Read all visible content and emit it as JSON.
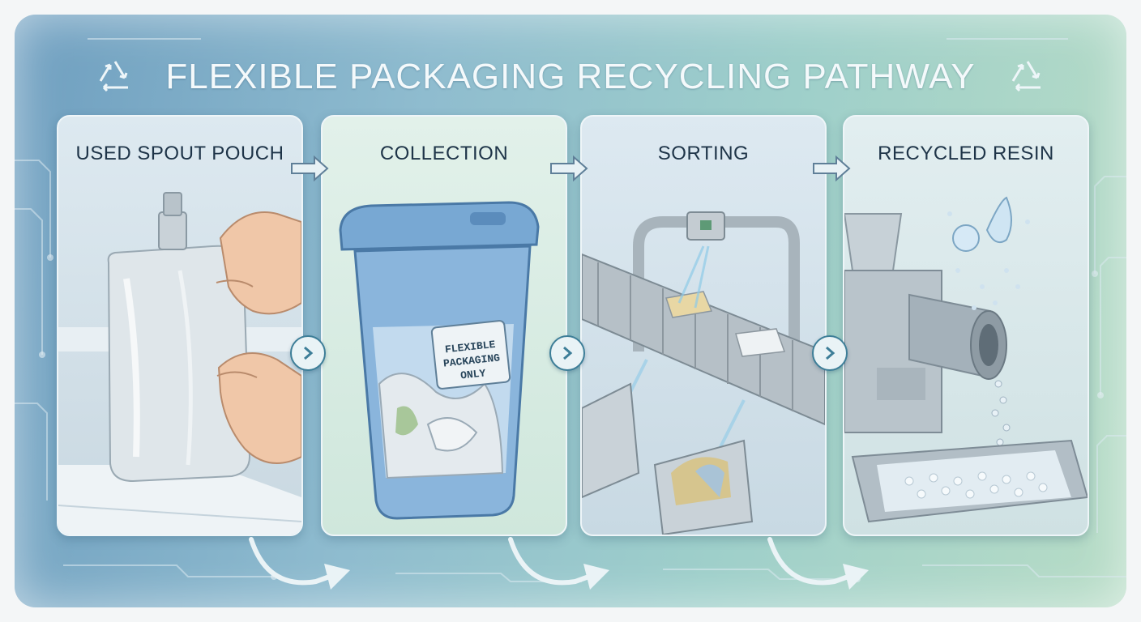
{
  "title": "FLEXIBLE PACKAGING RECYCLING PATHWAY",
  "steps": [
    {
      "label": "USED SPOUT POUCH",
      "icon": "spout-pouch-icon"
    },
    {
      "label": "COLLECTION",
      "icon": "recycling-bin-icon",
      "bin_sign": [
        "FLEXIBLE",
        "PACKAGING",
        "ONLY"
      ]
    },
    {
      "label": "SORTING",
      "icon": "conveyor-sorter-icon"
    },
    {
      "label": "RECYCLED RESIN",
      "icon": "resin-pellets-icon"
    }
  ],
  "colors": {
    "accent": "#3d7e98",
    "label_text": "#1e3448",
    "title_text": "#f4f9fb",
    "bin_blue": "#6f9fcb"
  }
}
